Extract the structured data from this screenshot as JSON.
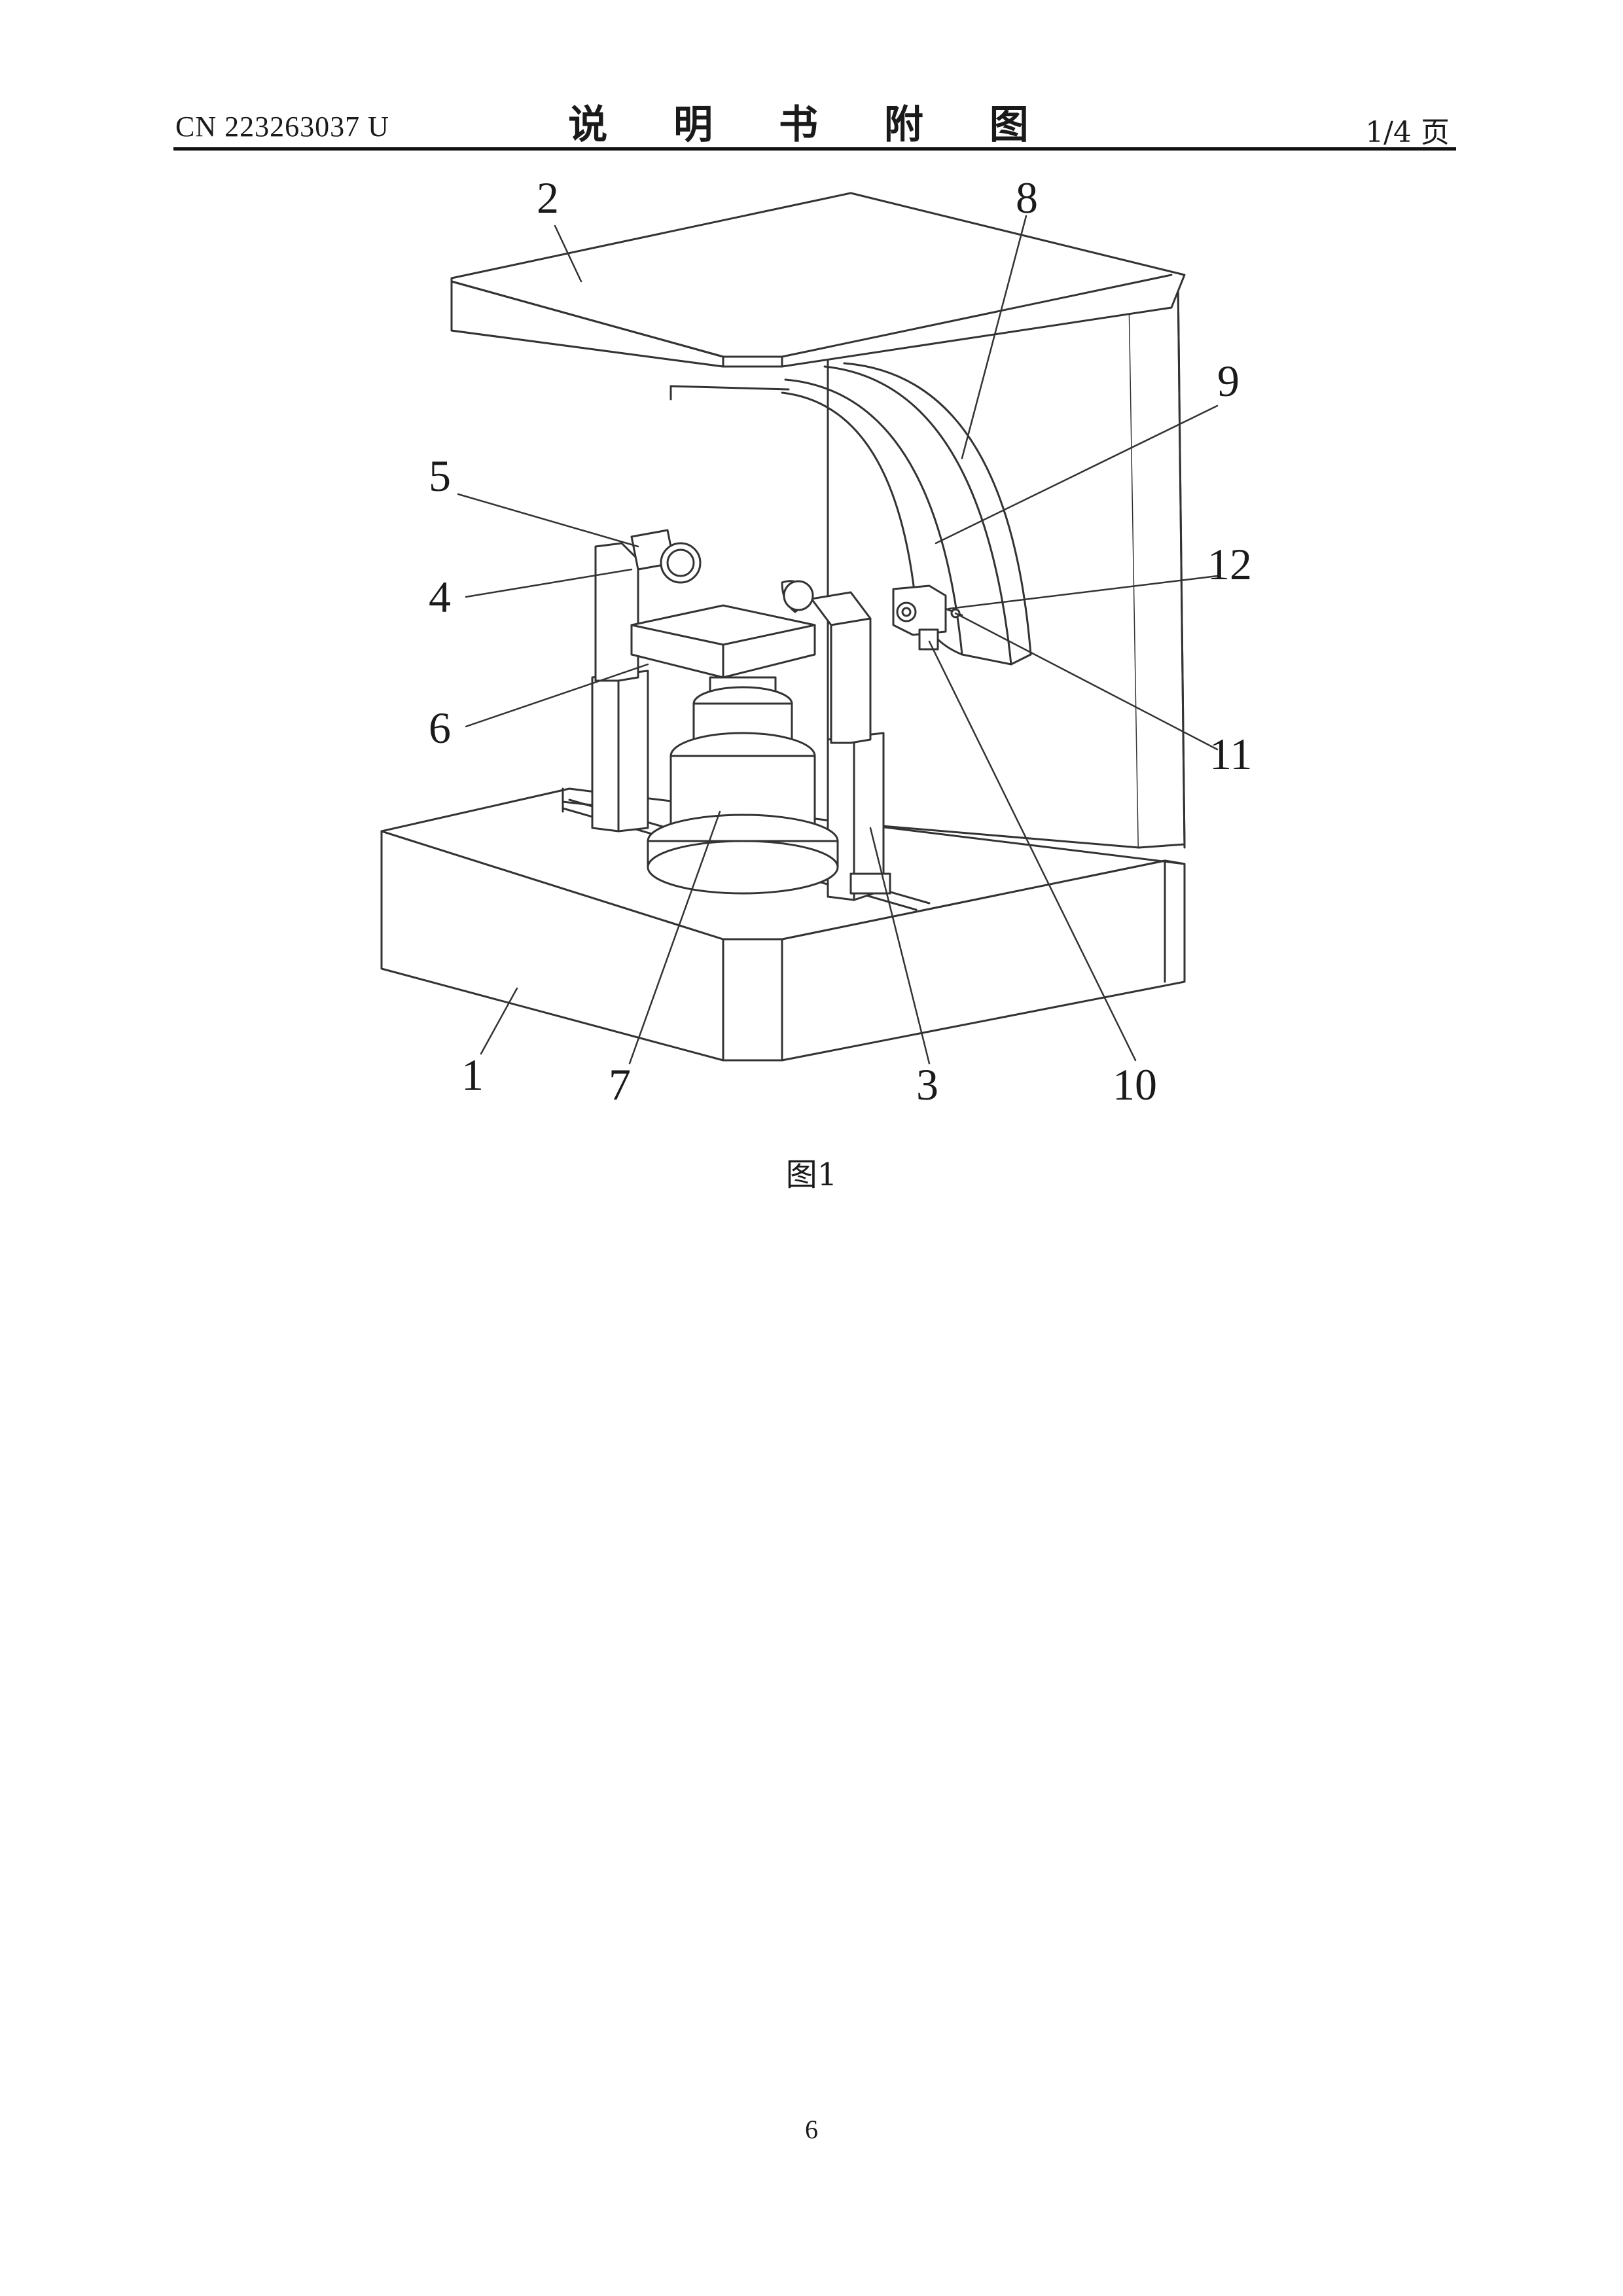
{
  "header": {
    "publication_number": "CN 223263037 U",
    "title": "说 明 书 附 图",
    "sheet": "1/4 页"
  },
  "figure": {
    "caption": "图1",
    "labels": {
      "l1": "1",
      "l2": "2",
      "l3": "3",
      "l4": "4",
      "l5": "5",
      "l6": "6",
      "l7": "7",
      "l8": "8",
      "l9": "9",
      "l10": "10",
      "l11": "11",
      "l12": "12"
    }
  },
  "footer": {
    "page_number": "6"
  }
}
